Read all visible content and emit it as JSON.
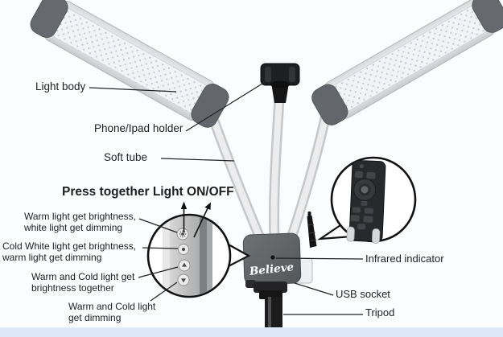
{
  "heading": {
    "text": "Press together Light ON/OFF"
  },
  "part_labels": {
    "light_body": "Light body",
    "phone_holder": "Phone/Ipad holder",
    "soft_tube": "Soft tube",
    "infrared_indicator": "Infrared indicator",
    "usb_socket": "USB socket",
    "tripod": "Tripod"
  },
  "button_notes": {
    "warm_up": {
      "line1": "Warm light get brightness,",
      "line2": "white light get dimming"
    },
    "cold_up": {
      "line1": "Cold White light get brightness,",
      "line2": "warm light get dimming"
    },
    "both_up": {
      "line1": "Warm and Cold light get",
      "line2": "brightness together"
    },
    "both_down": {
      "line1": "Warm and Cold light",
      "line2": "get dimming"
    }
  },
  "brand": {
    "logo_text": "Believe"
  },
  "panel_buttons": [
    {
      "name": "warm-brightness-button",
      "icon": "sun-icon"
    },
    {
      "name": "cold-brightness-button",
      "icon": "dot-icon"
    },
    {
      "name": "both-brightness-button",
      "icon": "up-arrow-icon"
    },
    {
      "name": "both-dimming-button",
      "icon": "down-arrow-icon"
    }
  ],
  "colors": {
    "background": "#fbfcfd",
    "footer_bar": "#dce8f6",
    "ink": "#1f1f1f",
    "bar_cap": "#66696d",
    "hub_body": "#5e6164",
    "remote_body": "#28292b"
  }
}
